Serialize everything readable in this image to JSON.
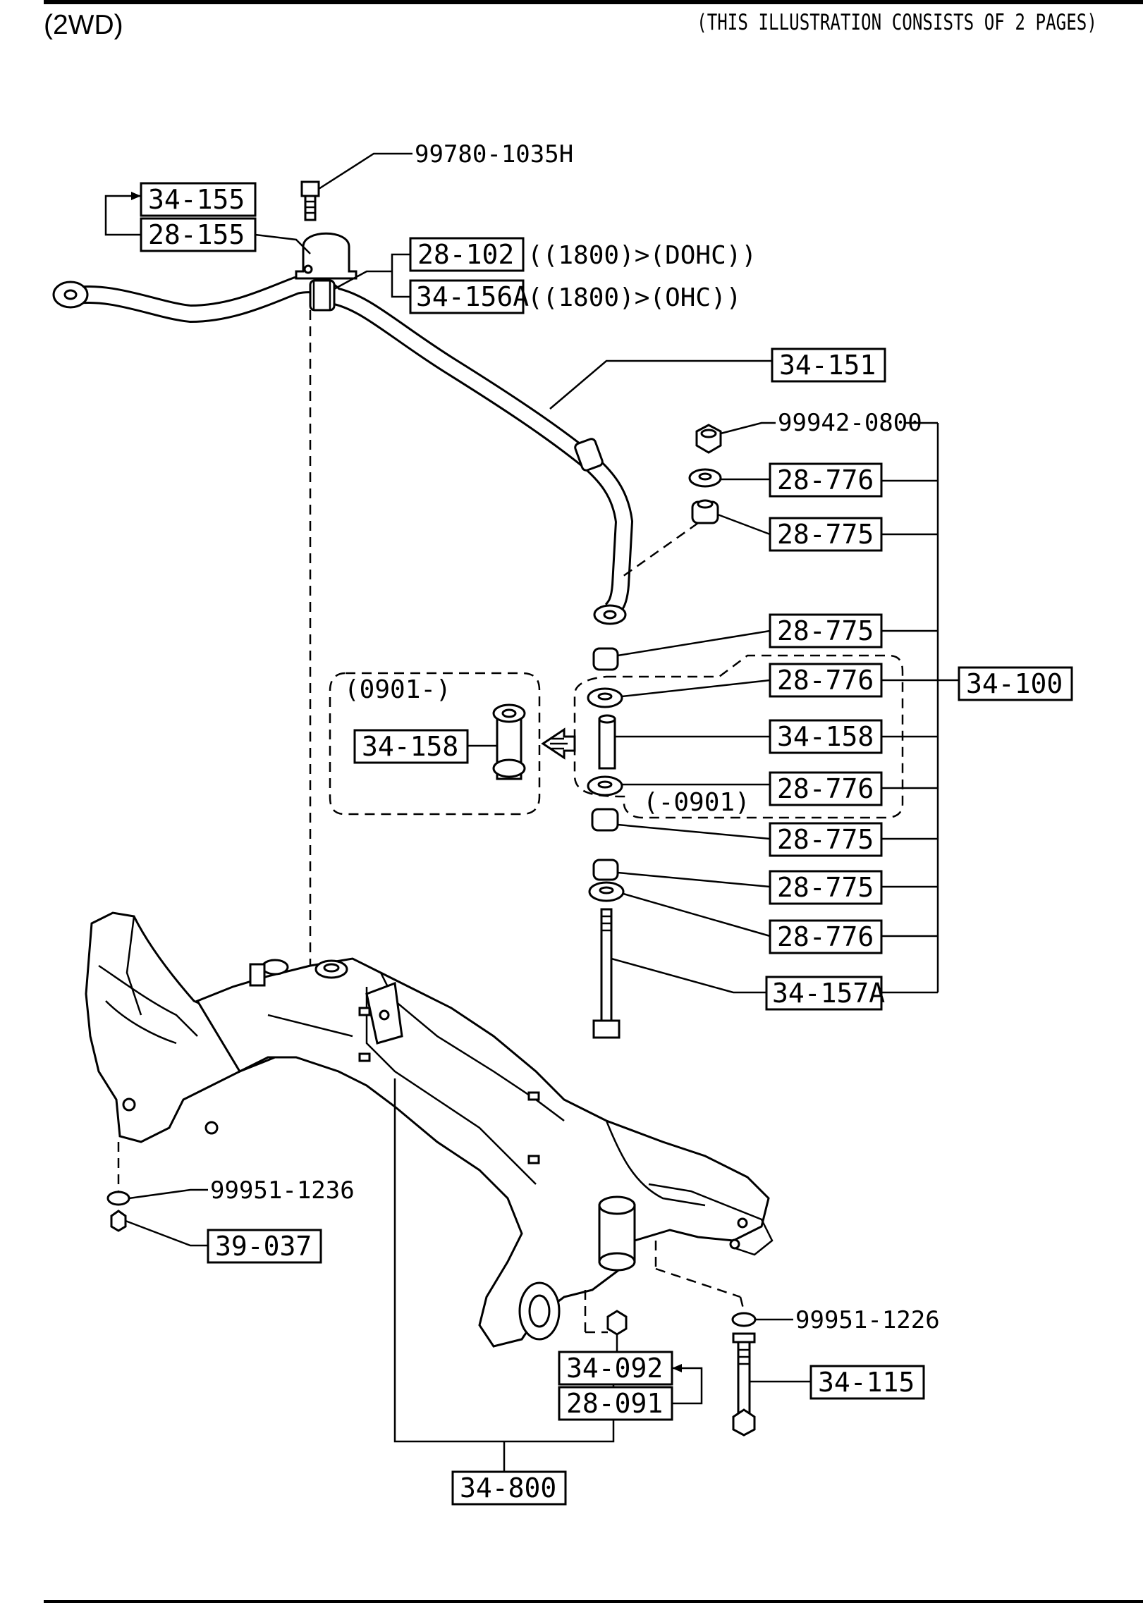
{
  "header": {
    "variant": "(2WD)",
    "note": "(THIS ILLUSTRATION CONSISTS OF  2 PAGES)"
  },
  "labels": {
    "p99780": "99780-1035H",
    "p34_155": "34-155",
    "p28_155": "28-155",
    "p28_102": "28-102",
    "n28_102": "((1800)>(DOHC))",
    "p34_156A": "34-156A",
    "n34_156A": "((1800)>(OHC))",
    "p34_151": "34-151",
    "p99942": "99942-0800",
    "p28_776_a": "28-776",
    "p28_775_a": "28-775",
    "p28_775_b": "28-775",
    "p28_776_b": "28-776",
    "p34_100": "34-100",
    "p34_158_r": "34-158",
    "p28_776_c": "28-776",
    "n0901_end": "(-0901)",
    "p28_775_c": "28-775",
    "p28_775_d": "28-775",
    "p28_776_d": "28-776",
    "p34_157A": "34-157A",
    "n0901_start": "(0901-)",
    "p34_158_l": "34-158",
    "p99951_1236": "99951-1236",
    "p39_037": "39-037",
    "p99951_1226": "99951-1226",
    "p34_092": "34-092",
    "p28_091": "28-091",
    "p34_115": "34-115",
    "p34_800": "34-800"
  }
}
